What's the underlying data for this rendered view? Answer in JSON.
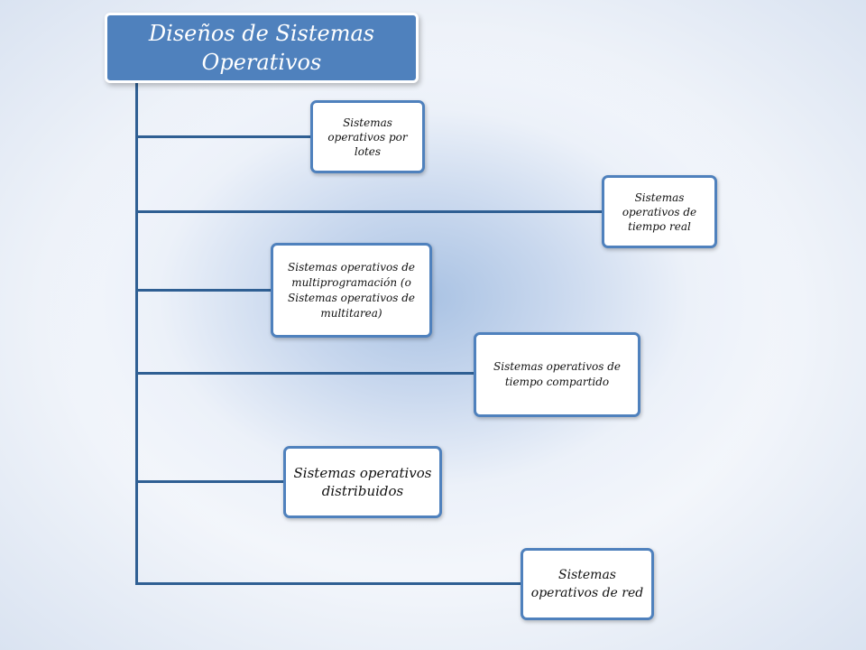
{
  "diagram": {
    "root": {
      "label": "Diseños de Sistemas Operativos"
    },
    "children": [
      {
        "id": "lotes",
        "label": "Sistemas operativos por lotes"
      },
      {
        "id": "tiempo-real",
        "label": "Sistemas operativos de tiempo real"
      },
      {
        "id": "multiprogramacion",
        "label": "Sistemas operativos de multiprogramación (o Sistemas operativos de multitarea)"
      },
      {
        "id": "tiempo-compartido",
        "label": "Sistemas operativos de tiempo compartido"
      },
      {
        "id": "distribuidos",
        "label": "Sistemas operativos distribuidos"
      },
      {
        "id": "red",
        "label": "Sistemas operativos de red"
      }
    ]
  },
  "colors": {
    "root_fill": "#4f81bd",
    "node_border": "#4f81bd",
    "connector": "#2f5f93"
  }
}
